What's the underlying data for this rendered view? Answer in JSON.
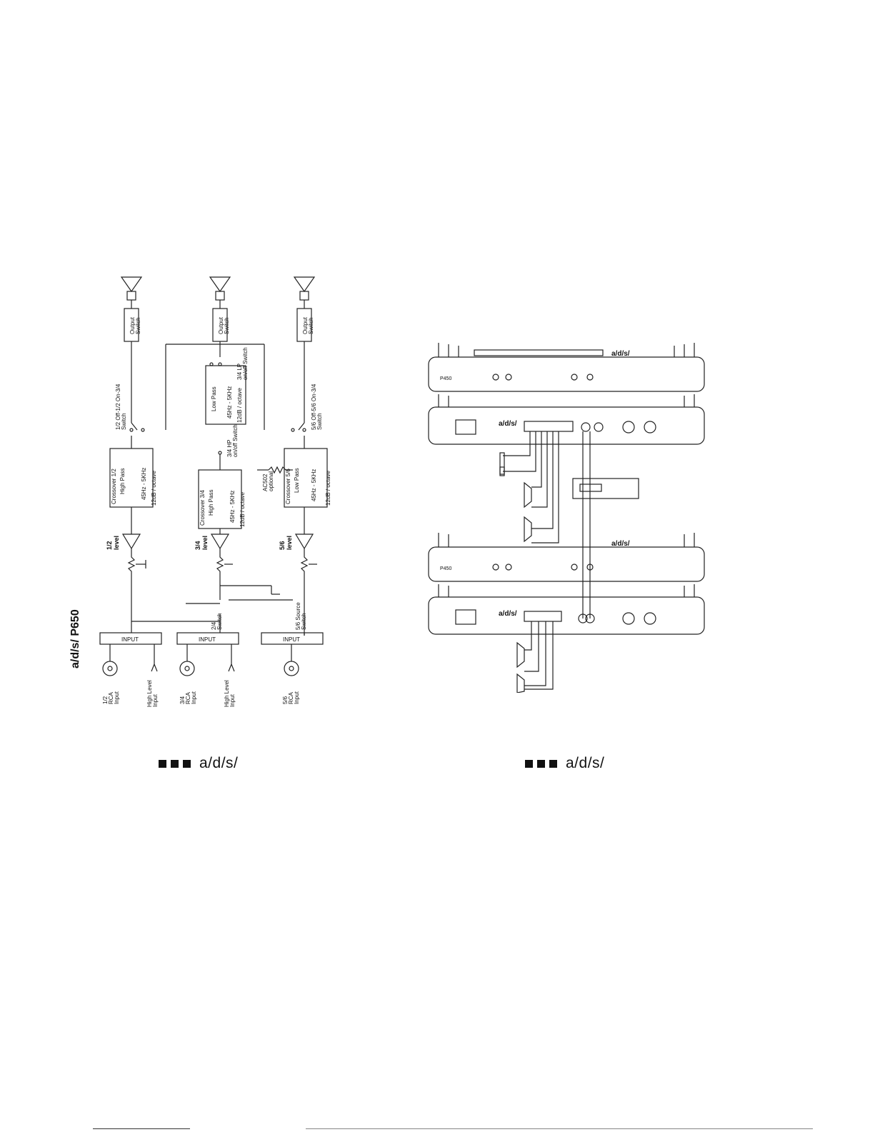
{
  "left_panel": {
    "model_title": "a/d/s/ P650",
    "speaker_outputs": [
      {
        "switch_label_1": "Output",
        "switch_label_2": "Switch"
      },
      {
        "switch_label_1": "Output",
        "switch_label_2": "Switch"
      },
      {
        "switch_label_1": "Output",
        "switch_label_2": "Switch"
      }
    ],
    "routing_switches": {
      "ch12": [
        "1/2 Off-1/2 On-3/4",
        "Switch"
      ],
      "ch34_lp": [
        "3/4 LP",
        "on/off Switch"
      ],
      "ch34_hp": [
        "3/4 HP",
        "on/off Switch"
      ],
      "ch56": [
        "5/6 Off-5/6 On-3/4",
        "Switch"
      ]
    },
    "crossovers": [
      {
        "title": "Crossover 1/2",
        "type": "High Pass",
        "range": "45Hz - 5KHz",
        "slope": "12dB / octave"
      },
      {
        "title": "Crossover 3/4",
        "type": "High Pass",
        "range": "45Hz - 5KHz",
        "slope": "12dB / octave"
      },
      {
        "title": "Crossover 5/6",
        "type": "Low Pass",
        "range": "45Hz - 5KHz",
        "slope": "12dB / octave"
      }
    ],
    "lowpass_34": {
      "type": "Low Pass",
      "range": "45Hz - 5KHz",
      "slope": "12dB / octave"
    },
    "ac502": [
      "AC502",
      "optional"
    ],
    "levels": [
      [
        "1/2",
        "level"
      ],
      [
        "3/4",
        "level"
      ],
      [
        "5/6",
        "level"
      ]
    ],
    "switch_24": [
      "2/4",
      "Switch"
    ],
    "source_switch_56": [
      "5/6 Source",
      "Switch"
    ],
    "inputs": [
      "INPUT",
      "INPUT",
      "INPUT"
    ],
    "input_labels": {
      "rca12": [
        "1/2",
        "RCA",
        "Input"
      ],
      "hl12": [
        "High Level",
        "Input"
      ],
      "rca34": [
        "3/4",
        "RCA",
        "Input"
      ],
      "hl34": [
        "High Level",
        "Input"
      ],
      "rca56": [
        "5/6",
        "RCA",
        "Input"
      ]
    }
  },
  "right_panel": {
    "amp_models": [
      "P450",
      "P450"
    ],
    "brand_on_amp": "a/d/s/"
  },
  "footer": {
    "brand_left": "a/d/s/",
    "brand_right": "a/d/s/"
  }
}
